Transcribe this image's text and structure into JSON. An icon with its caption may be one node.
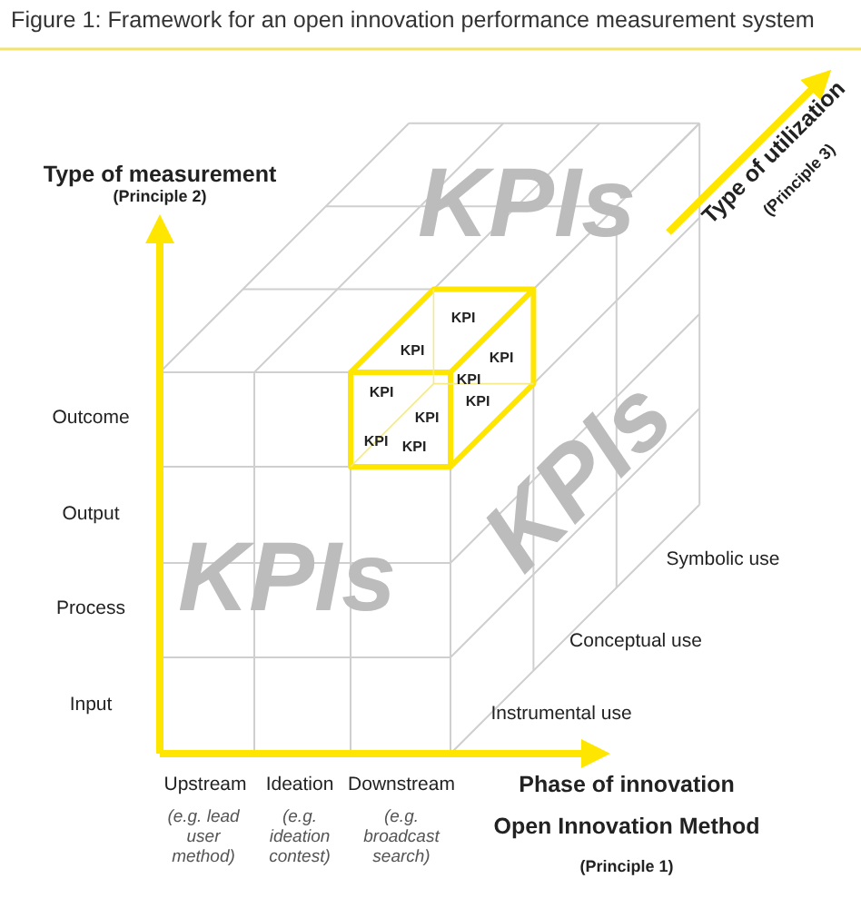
{
  "diagram": {
    "title": "Figure 1: Framework for an open innovation performance measurement system",
    "labels": [
      "Type of measurement",
      "(Principle 2)",
      "KPIs",
      "Type of utilization",
      "(Principle 3)",
      "KPI",
      "KPI",
      "KPI",
      "KPI",
      "KPI",
      "KPI",
      "KPI",
      "KPI",
      "KPI",
      "Outcome",
      "Output",
      "KPIs",
      "KPIs",
      "Process",
      "Symbolic use",
      "Conceptual use",
      "Input",
      "Instrumental use",
      "Upstream",
      "Ideation",
      "Downstream",
      "Phase of innovation",
      "(e.g. lead user method)",
      "(e.g. ideation contest)",
      "(e.g. broadcast search)",
      "Open Innovation Method",
      "(Principle 1)"
    ]
  }
}
